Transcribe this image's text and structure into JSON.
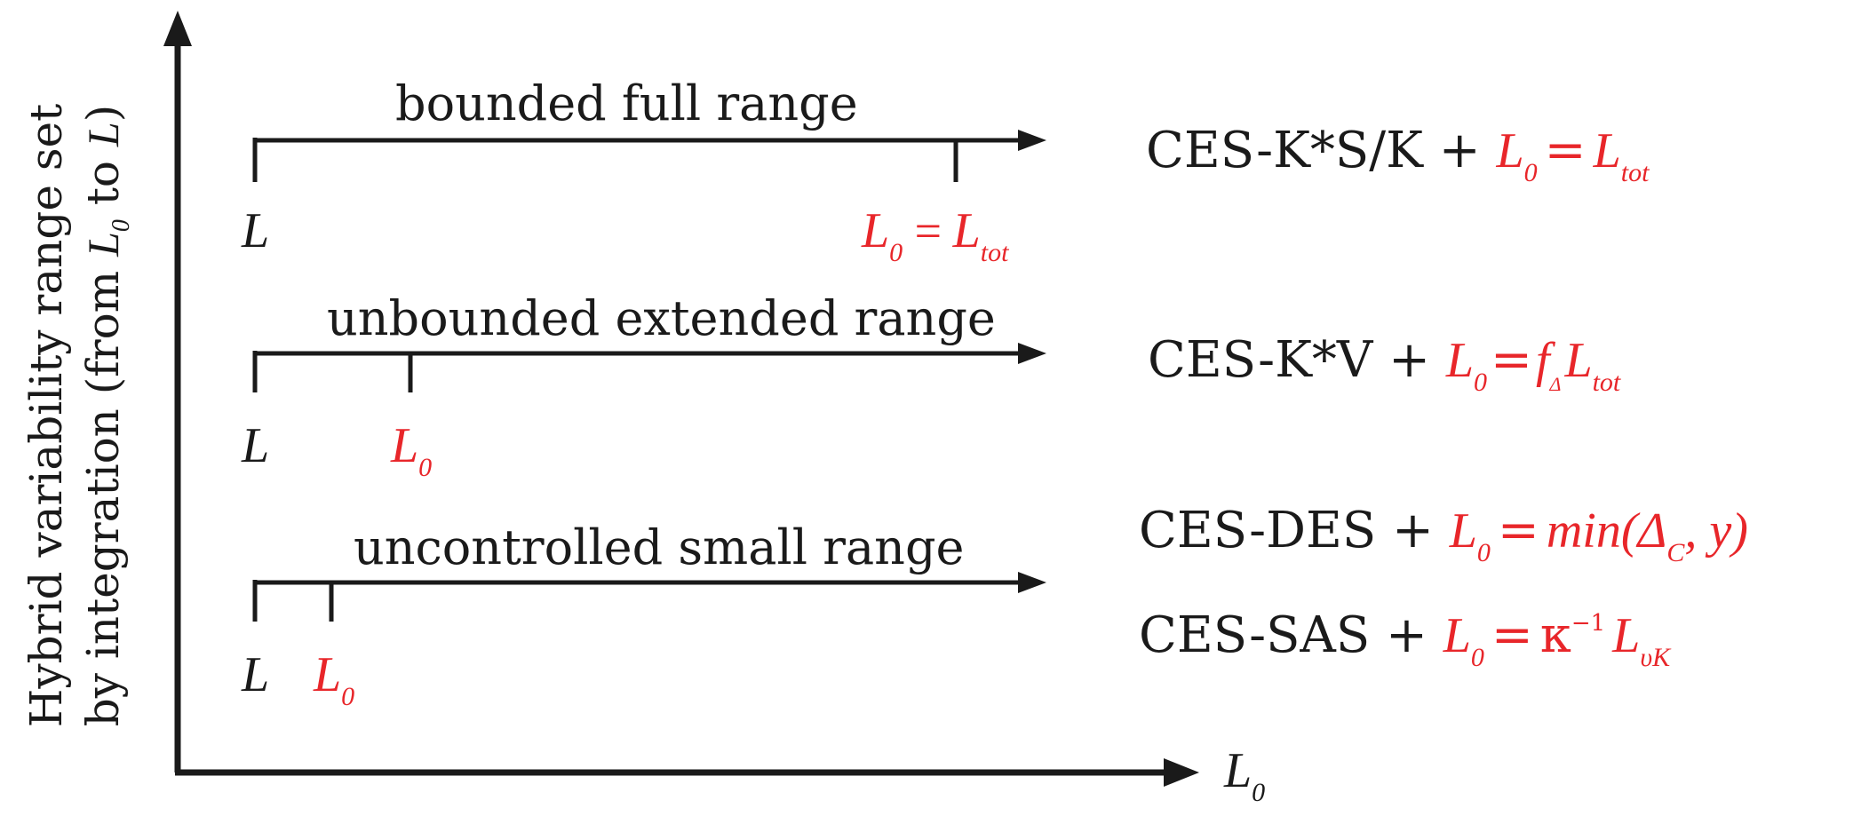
{
  "y_axis": {
    "line1": "Hybrid variability range set",
    "line2_a": "by integration (from ",
    "line2_L0": "L",
    "line2_L0_sub": "0",
    "line2_b": " to ",
    "line2_L": "L",
    "line2_c": ")"
  },
  "x_axis": {
    "L": "L",
    "sub": "0"
  },
  "rows": [
    {
      "title": "bounded full range",
      "left": "L",
      "marker_L": "L",
      "marker_sub": "0",
      "marker_eq": "=",
      "marker_rhs": "L",
      "marker_rhs_sub": "tot",
      "method": "CES-K*S/K +",
      "f_L": "L",
      "f_sub": "0",
      "f_eq": "=",
      "f_rhs": "L",
      "f_rhs_sub": "tot"
    },
    {
      "title": "unbounded extended range",
      "left": "L",
      "marker_L": "L",
      "marker_sub": "0",
      "method": "CES-K*V +",
      "f_L": "L",
      "f_sub": "0",
      "f_eq": "=",
      "f_f": "f",
      "f_f_sub": "Δ",
      "f_rhs": "L",
      "f_rhs_sub": "tot"
    },
    {
      "title": "uncontrolled small range",
      "left": "L",
      "marker_L": "L",
      "marker_sub": "0",
      "method1": "CES-DES +",
      "f1_L": "L",
      "f1_sub": "0",
      "f1_eq": "=",
      "f1_rhs": "min(Δ",
      "f1_rhs_sub": "C",
      "f1_tail": ", y)",
      "method2": "CES-SAS +",
      "f2_L": "L",
      "f2_sub": "0",
      "f2_eq": "=",
      "f2_k": "κ",
      "f2_k_sup": "−1",
      "f2_rhs": "L",
      "f2_rhs_sub": "υK"
    }
  ],
  "colors": {
    "ink": "#1a1a1a",
    "accent": "#e8262a"
  }
}
